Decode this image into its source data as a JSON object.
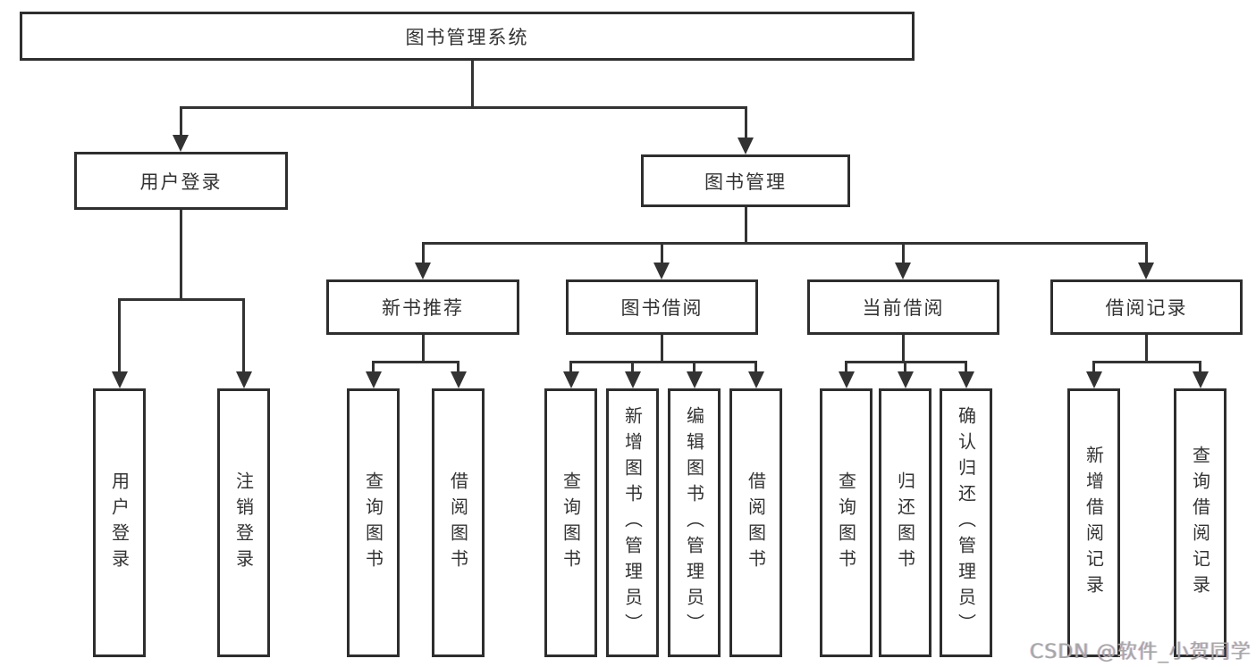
{
  "diagram": {
    "root": {
      "label": "图书管理系统"
    },
    "branches": [
      {
        "label": "用户登录",
        "children": [
          {
            "label": "用户登录"
          },
          {
            "label": "注销登录"
          }
        ]
      },
      {
        "label": "图书管理",
        "children": [
          {
            "label": "新书推荐",
            "children": [
              {
                "label": "查询图书"
              },
              {
                "label": "借阅图书"
              }
            ]
          },
          {
            "label": "图书借阅",
            "children": [
              {
                "label": "查询图书"
              },
              {
                "label": "新增图书（管理员）"
              },
              {
                "label": "编辑图书（管理员）"
              },
              {
                "label": "借阅图书"
              }
            ]
          },
          {
            "label": "当前借阅",
            "children": [
              {
                "label": "查询图书"
              },
              {
                "label": "归还图书"
              },
              {
                "label": "确认归还（管理员）"
              }
            ]
          },
          {
            "label": "借阅记录",
            "children": [
              {
                "label": "新增借阅记录"
              },
              {
                "label": "查询借阅记录"
              }
            ]
          }
        ]
      }
    ],
    "watermark": "CSDN @软件_小贺同学",
    "colors": {
      "line": "#333333",
      "border": "#2e2e2e",
      "text": "#333333",
      "watermark": "#a6a6a6",
      "background": "#ffffff"
    }
  }
}
